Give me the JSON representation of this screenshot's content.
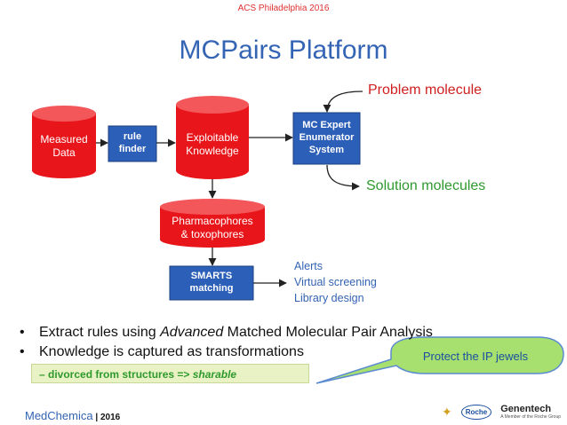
{
  "header": {
    "conference": "ACS Philadelphia 2016"
  },
  "title": "MCPairs Platform",
  "diagram": {
    "measured_data": "Measured\nData",
    "rule_finder": "rule\nfinder",
    "exploitable_knowledge": "Exploitable\nKnowledge",
    "mc_expert": "MC Expert\nEnumerator\nSystem",
    "problem_molecule": "Problem molecule",
    "solution_molecules": "Solution molecules",
    "pharmacophores": "Pharmacophores\n& toxophores",
    "smarts_matching": "SMARTS\nmatching",
    "uses": [
      "Alerts",
      "Virtual screening",
      "Library design"
    ]
  },
  "bullets": {
    "b1_pre": "Extract rules using ",
    "b1_em": "Advanced",
    "b1_post": " Matched Molecular Pair Analysis",
    "b2": "Knowledge is captured as transformations",
    "sub_pre": "–   divorced from structures => ",
    "sub_em": "sharable",
    "bullet_glyph": "•"
  },
  "callout": "Protect the IP jewels",
  "footer": {
    "brand": "MedChemica",
    "sep": " | ",
    "year": "2016"
  },
  "logos": {
    "roche": "Roche",
    "genentech": "Genentech",
    "genentech_sub": "A Member of the Roche Group"
  },
  "colors": {
    "red": "#e8161b",
    "blue": "#3464b4",
    "green": "#2e9a2e",
    "callout_fill": "#a8e070"
  }
}
